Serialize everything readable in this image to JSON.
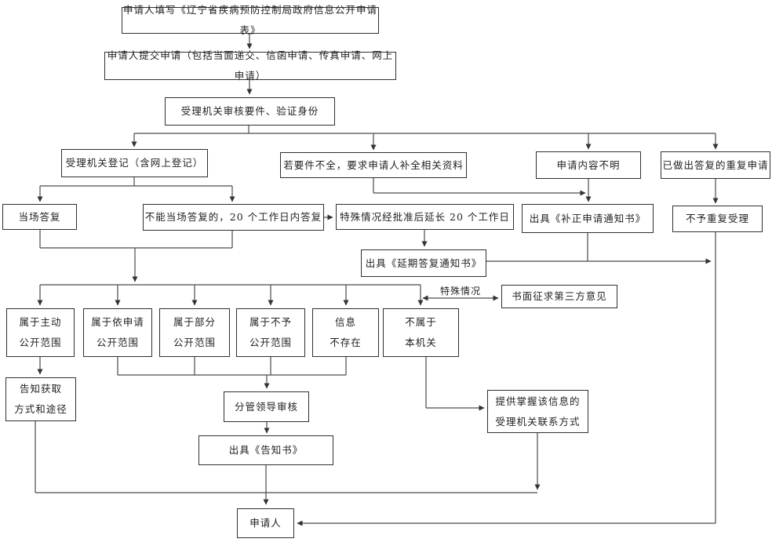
{
  "colors": {
    "background": "#ffffff",
    "box_border": "#2f2f2f",
    "line": "#4a4a4a",
    "text": "#222222"
  },
  "nodes": {
    "fill_form": {
      "label": "申请人填写《辽宁省疾病预防控制局政府信息公开申请表》"
    },
    "submit": {
      "label": "申请人提交申请（包括当面递交、信函申请、传真申请、网上申请）"
    },
    "review": {
      "label": "受理机关审核要件、验证身份"
    },
    "register": {
      "label": "受理机关登记（含网上登记）"
    },
    "incomplete": {
      "label": "若要件不全，要求申请人补全相关资料"
    },
    "unclear": {
      "label": "申请内容不明"
    },
    "repeated": {
      "label": "已做出答复的重复申请"
    },
    "on_spot_reply": {
      "label": "当场答复"
    },
    "within_20_days": {
      "label": "不能当场答复的，20 个工作日内答复"
    },
    "extend_20_days": {
      "label": "特殊情况经批准后延长 20 个工作日"
    },
    "correction_notice": {
      "label": "出具《补正申请通知书》"
    },
    "no_repeat_accept": {
      "label": "不予重复受理"
    },
    "delay_notice": {
      "label": "出具《延期答复通知书》"
    },
    "third_party": {
      "label": "书面征求第三方意见"
    },
    "active_scope": {
      "label": "属于主动\n公开范围"
    },
    "on_request_scope": {
      "label": "属于依申请\n公开范围"
    },
    "partial_scope": {
      "label": "属于部分\n公开范围"
    },
    "no_disclose_scope": {
      "label": "属于不予\n公开范围"
    },
    "info_not_exist": {
      "label": "信息\n不存在"
    },
    "not_this_org": {
      "label": "不属于\n本机关"
    },
    "inform_method": {
      "label": "告知获取\n方式和途径"
    },
    "leader_review": {
      "label": "分管领导审核"
    },
    "provide_contact": {
      "label": "提供掌握该信息的\n受理机关联系方式"
    },
    "notice_letter": {
      "label": "出具《告知书》"
    },
    "applicant": {
      "label": "申请人"
    }
  },
  "edge_labels": {
    "special_case": "特殊情况"
  }
}
